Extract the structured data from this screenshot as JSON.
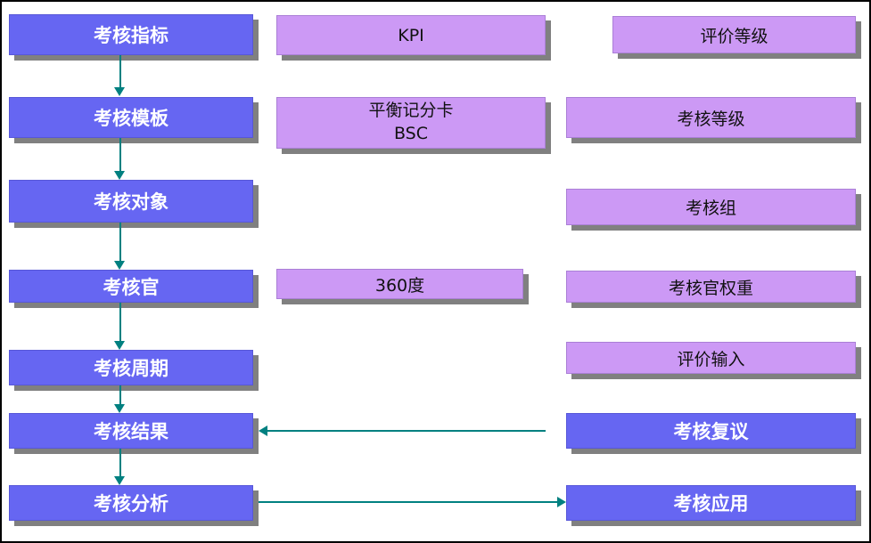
{
  "colors": {
    "dark_box": "#6666F2",
    "light_box": "#CC99F5",
    "box_shadow": "#808080",
    "arrow": "#008080",
    "frame_border": "#000000",
    "dark_box_text": "#FFFFFF",
    "light_box_text": "#111111"
  },
  "flow_steps": [
    {
      "label": "考核指标"
    },
    {
      "label": "考核模板"
    },
    {
      "label": "考核对象"
    },
    {
      "label": "考核官"
    },
    {
      "label": "考核周期"
    },
    {
      "label": "考核结果"
    },
    {
      "label": "考核分析"
    }
  ],
  "method_notes": [
    {
      "label": "KPI"
    },
    {
      "label": "平衡记分卡\nBSC"
    },
    {
      "label": "360度"
    }
  ],
  "config_notes": [
    {
      "label": "评价等级"
    },
    {
      "label": "考核等级"
    },
    {
      "label": "考核组"
    },
    {
      "label": "考核官权重"
    },
    {
      "label": "评价输入"
    }
  ],
  "action_nodes": [
    {
      "label": "考核复议"
    },
    {
      "label": "考核应用"
    }
  ]
}
